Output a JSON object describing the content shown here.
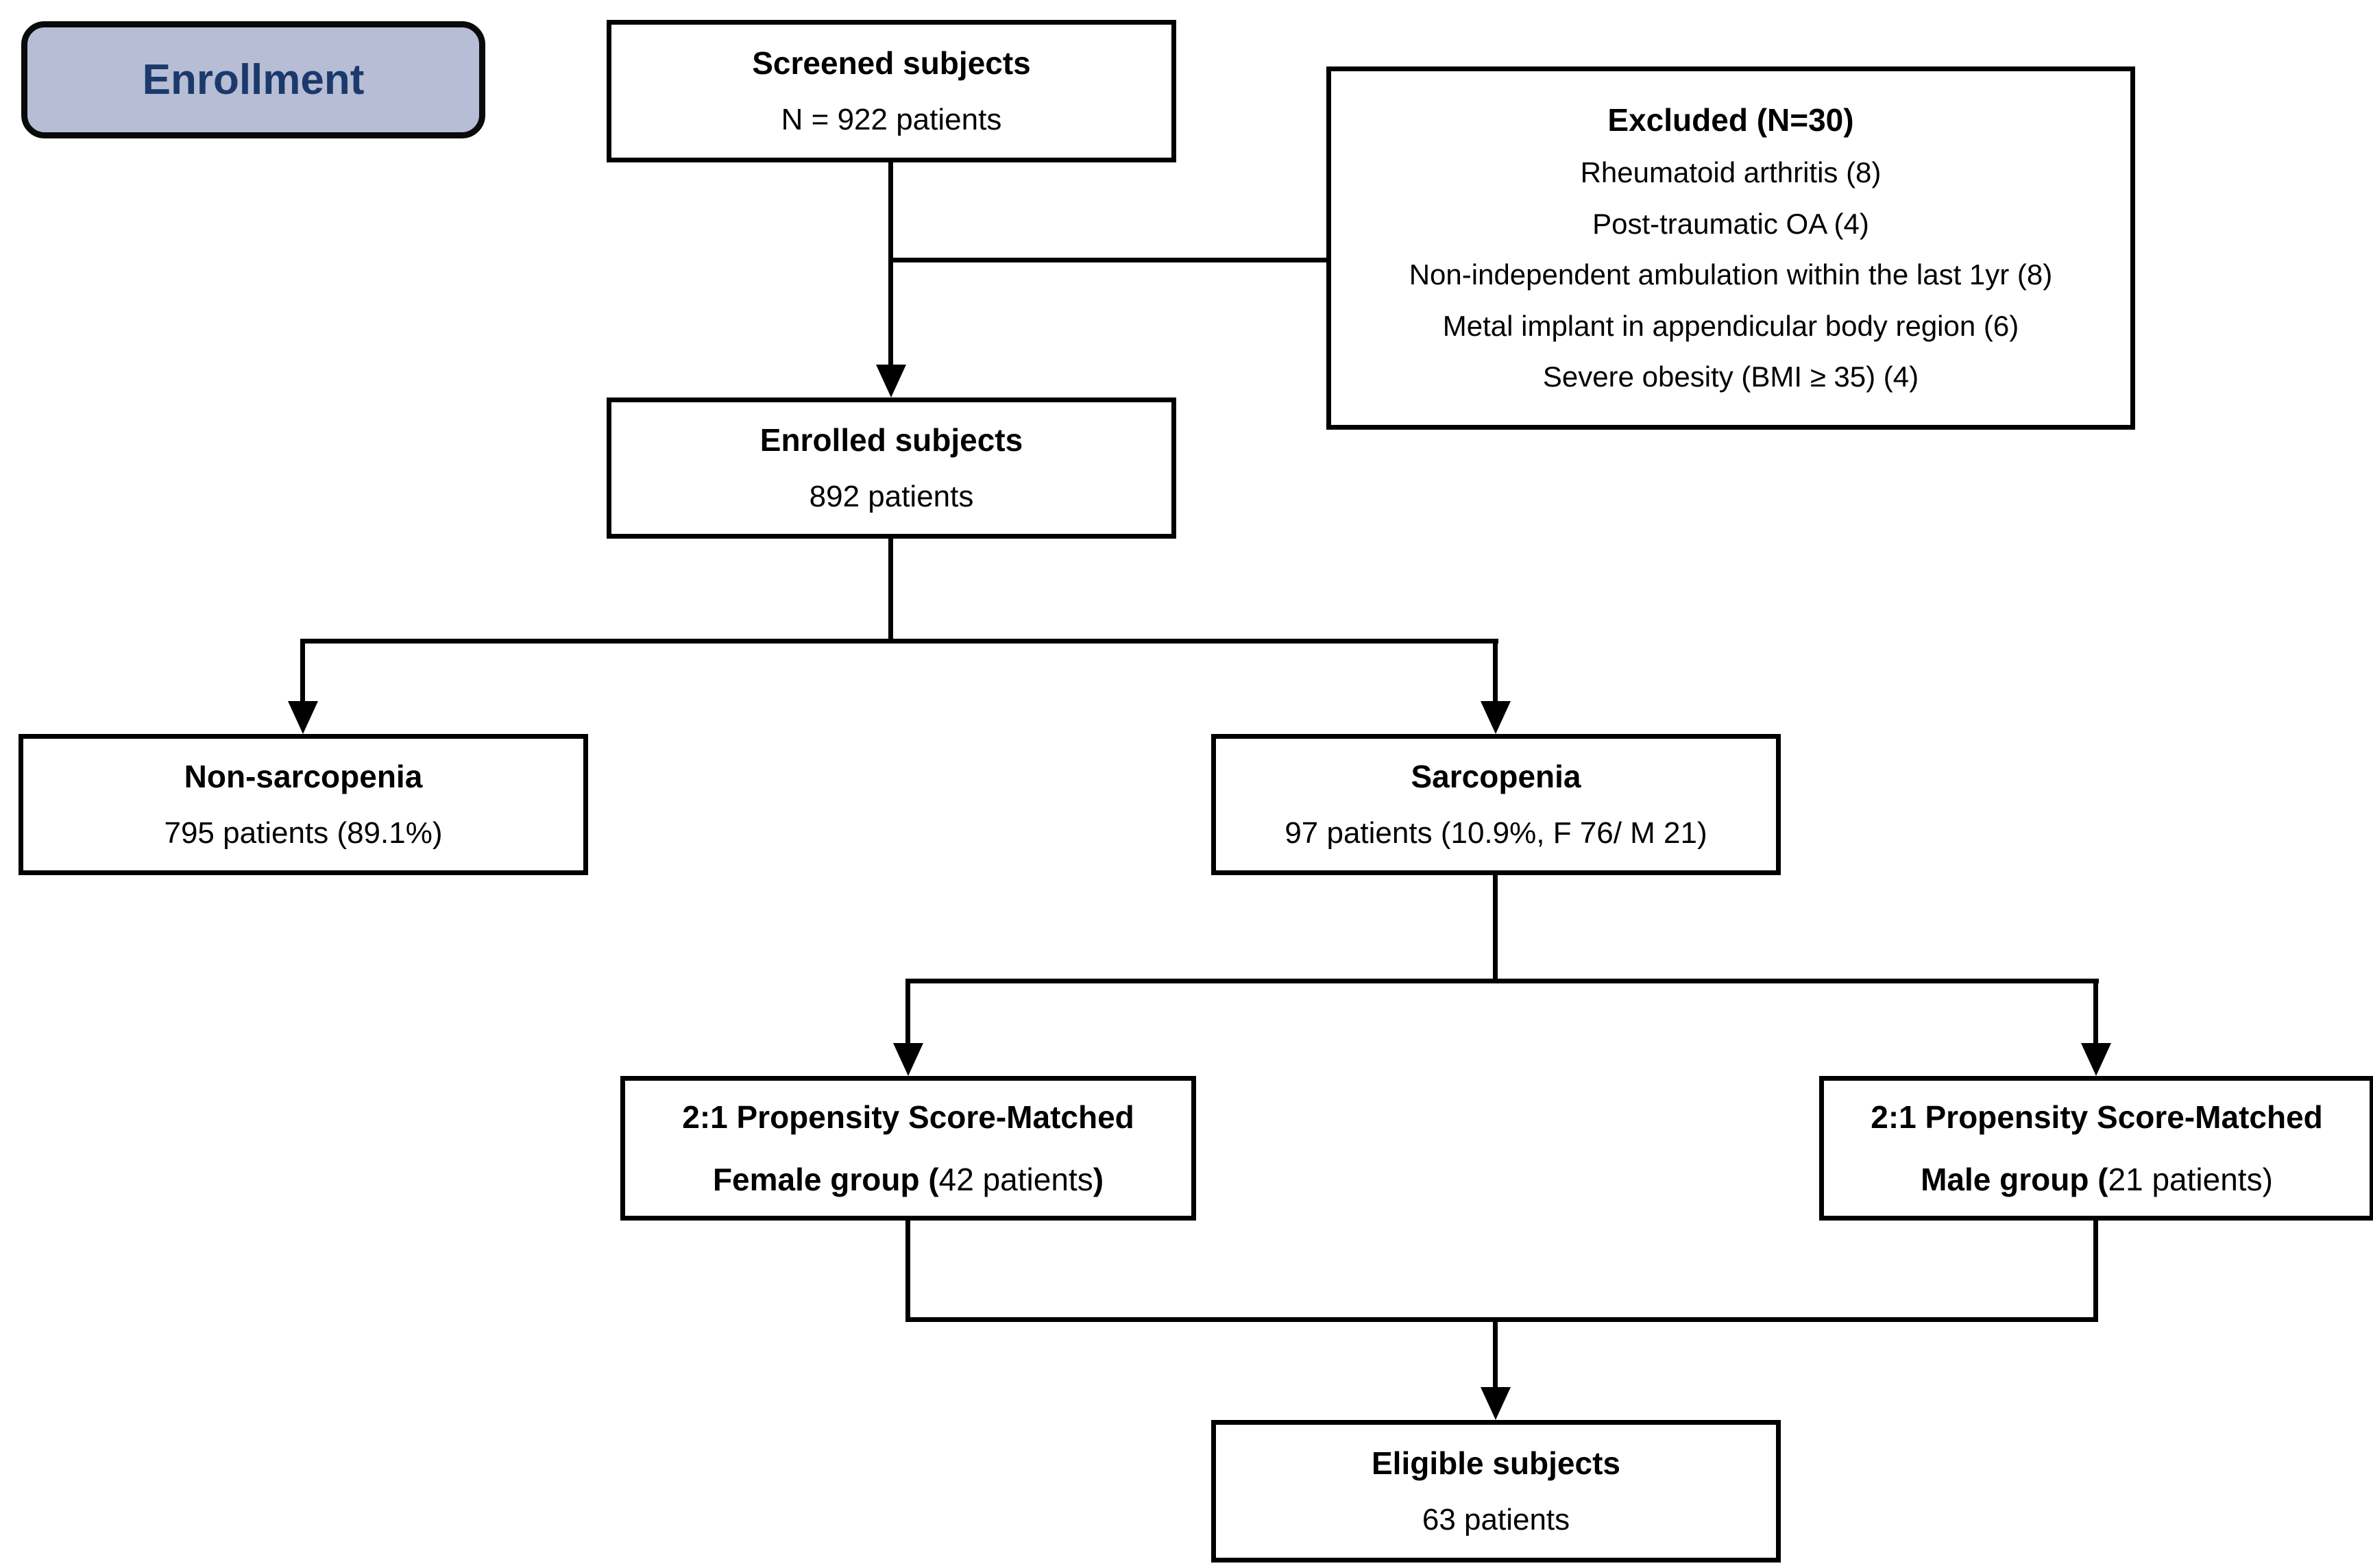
{
  "figure": {
    "kind": "enrollment-flowchart",
    "stage_label": "Enrollment"
  },
  "colors": {
    "badge_fill": "#b7bdd5",
    "badge_text": "#1b3a6b",
    "box_border": "#000000",
    "box_fill": "#ffffff",
    "line": "#000000"
  },
  "nodes": {
    "screened": {
      "title": "Screened subjects",
      "subtitle": "N = 922 patients"
    },
    "excluded": {
      "title": "Excluded (N=30)",
      "items": [
        "Rheumatoid arthritis (8)",
        "Post-traumatic OA (4)",
        "Non-independent ambulation within the last 1yr (8)",
        "Metal implant in appendicular body region (6)",
        "Severe obesity (BMI ≥ 35) (4)"
      ]
    },
    "enrolled": {
      "title": "Enrolled subjects",
      "subtitle": "892 patients"
    },
    "non_sarcopenia": {
      "title": "Non-sarcopenia",
      "subtitle": "795 patients (89.1%)"
    },
    "sarcopenia": {
      "title": "Sarcopenia",
      "subtitle": "97 patients (10.9%, F 76/ M 21)"
    },
    "female_group": {
      "line1": "2:1 Propensity Score-Matched",
      "line2": [
        {
          "text": "Female group (",
          "bold": true
        },
        {
          "text": "42 patients",
          "bold": false
        },
        {
          "text": ")",
          "bold": true
        }
      ]
    },
    "male_group": {
      "line1": "2:1 Propensity Score-Matched",
      "line2": [
        {
          "text": "Male group (",
          "bold": true
        },
        {
          "text": "21 patients)",
          "bold": false
        },
        {
          "text": "",
          "bold": true
        }
      ]
    },
    "eligible": {
      "title": "Eligible subjects",
      "subtitle": "63 patients"
    }
  }
}
